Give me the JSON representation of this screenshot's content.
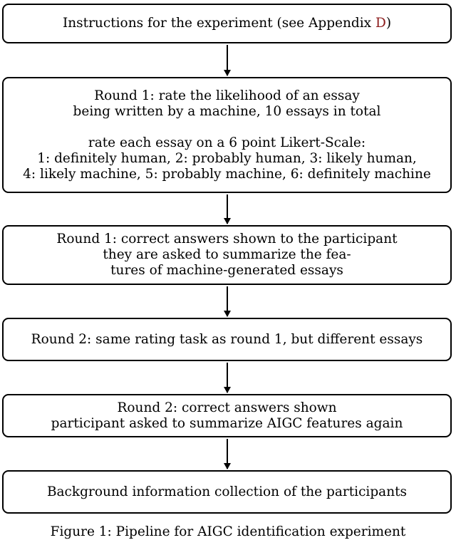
{
  "boxes": [
    {
      "lines": [
        "Instructions for the experiment (see Appendix "
      ],
      "ref": "D",
      "ref_tail": ")"
    },
    {
      "lines": [
        "Round 1:  rate the likelihood of an essay",
        "being written by a machine, 10 essays in total",
        "",
        "rate each essay on a 6 point Likert-Scale:",
        "1:  definitely human, 2:  probably human, 3:  likely human,",
        "4:  likely machine, 5:  probably machine, 6:  definitely machine"
      ]
    },
    {
      "lines": [
        "Round 1:  correct answers shown to the participant",
        "they are asked to summarize the fea-",
        "tures of machine-generated essays"
      ]
    },
    {
      "lines": [
        "Round 2:  same rating task as round 1, but different essays"
      ]
    },
    {
      "lines": [
        "Round 2:  correct answers shown",
        "participant asked to summarize AIGC features again"
      ]
    },
    {
      "lines": [
        "Background information collection of the participants"
      ]
    }
  ],
  "caption": "Figure 1: Pipeline for AIGC identification experiment",
  "colors": {
    "reference_link": "#8b1a1a"
  }
}
